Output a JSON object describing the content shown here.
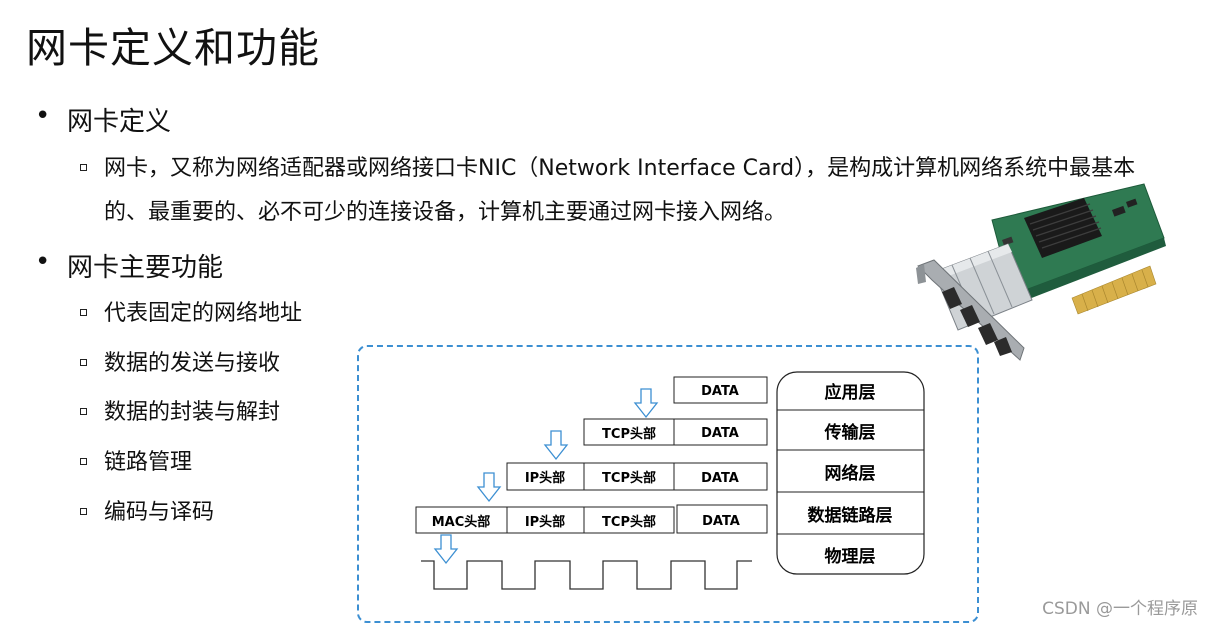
{
  "title": "网卡定义和功能",
  "bullets": [
    {
      "label": "网卡定义"
    },
    {
      "label": "网卡主要功能"
    }
  ],
  "definition": {
    "line1": "网卡，又称为网络适配器或网络接口卡NIC（Network Interface Card），是构成计算机网络系统中最基本",
    "line2": "的、最重要的、必不可少的连接设备，计算机主要通过网卡接入网络。"
  },
  "functions": [
    "代表固定的网络地址",
    "数据的发送与接收",
    "数据的封装与解封",
    "链路管理",
    "编码与译码"
  ],
  "diagram": {
    "layers": [
      "应用层",
      "传输层",
      "网络层",
      "数据链路层",
      "物理层"
    ],
    "headers": {
      "data": "DATA",
      "tcp": "TCP头部",
      "ip": "IP头部",
      "mac": "MAC头部"
    }
  },
  "watermark": "CSDN @一个程序原",
  "colors": {
    "dashed_border": "#3c8fd2",
    "arrow": "#3c8fd2"
  }
}
